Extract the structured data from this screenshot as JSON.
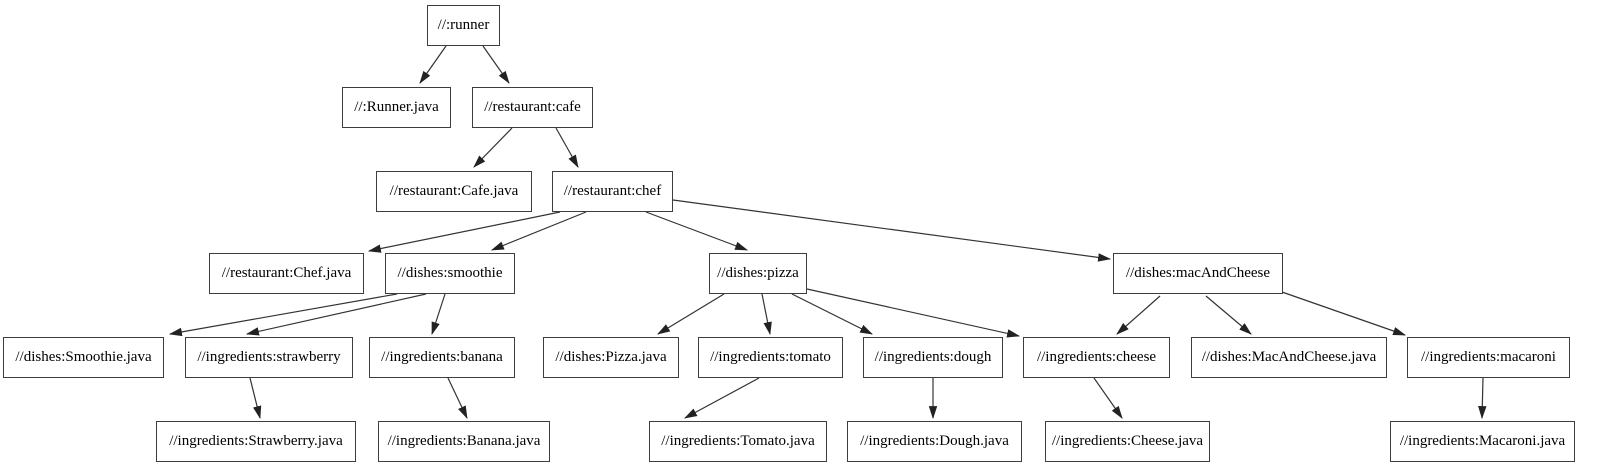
{
  "diagram": {
    "kind": "build-target-dependency-graph",
    "background_color": "#ffffff",
    "node_fill_color": "#ffffff",
    "node_border_color": "#3d3d3d",
    "edge_color": "#333333",
    "text_color": "#000000"
  },
  "nodes": {
    "runner": {
      "label": "//:runner"
    },
    "runner_java": {
      "label": "//:Runner.java"
    },
    "cafe": {
      "label": "//restaurant:cafe"
    },
    "cafe_java": {
      "label": "//restaurant:Cafe.java"
    },
    "chef": {
      "label": "//restaurant:chef"
    },
    "chef_java": {
      "label": "//restaurant:Chef.java"
    },
    "smoothie": {
      "label": "//dishes:smoothie"
    },
    "pizza": {
      "label": "//dishes:pizza"
    },
    "macandcheese": {
      "label": "//dishes:macAndCheese"
    },
    "smoothie_java": {
      "label": "//dishes:Smoothie.java"
    },
    "strawberry": {
      "label": "//ingredients:strawberry"
    },
    "banana": {
      "label": "//ingredients:banana"
    },
    "pizza_java": {
      "label": "//dishes:Pizza.java"
    },
    "tomato": {
      "label": "//ingredients:tomato"
    },
    "dough": {
      "label": "//ingredients:dough"
    },
    "cheese": {
      "label": "//ingredients:cheese"
    },
    "macandcheese_java": {
      "label": "//dishes:MacAndCheese.java"
    },
    "macaroni": {
      "label": "//ingredients:macaroni"
    },
    "strawberry_java": {
      "label": "//ingredients:Strawberry.java"
    },
    "banana_java": {
      "label": "//ingredients:Banana.java"
    },
    "tomato_java": {
      "label": "//ingredients:Tomato.java"
    },
    "dough_java": {
      "label": "//ingredients:Dough.java"
    },
    "cheese_java": {
      "label": "//ingredients:Cheese.java"
    },
    "macaroni_java": {
      "label": "//ingredients:Macaroni.java"
    }
  },
  "edges": [
    {
      "from": "//:runner",
      "to": "//:Runner.java"
    },
    {
      "from": "//:runner",
      "to": "//restaurant:cafe"
    },
    {
      "from": "//restaurant:cafe",
      "to": "//restaurant:Cafe.java"
    },
    {
      "from": "//restaurant:cafe",
      "to": "//restaurant:chef"
    },
    {
      "from": "//restaurant:chef",
      "to": "//restaurant:Chef.java"
    },
    {
      "from": "//restaurant:chef",
      "to": "//dishes:smoothie"
    },
    {
      "from": "//restaurant:chef",
      "to": "//dishes:pizza"
    },
    {
      "from": "//restaurant:chef",
      "to": "//dishes:macAndCheese"
    },
    {
      "from": "//dishes:smoothie",
      "to": "//dishes:Smoothie.java"
    },
    {
      "from": "//dishes:smoothie",
      "to": "//ingredients:strawberry"
    },
    {
      "from": "//dishes:smoothie",
      "to": "//ingredients:banana"
    },
    {
      "from": "//ingredients:strawberry",
      "to": "//ingredients:Strawberry.java"
    },
    {
      "from": "//ingredients:banana",
      "to": "//ingredients:Banana.java"
    },
    {
      "from": "//dishes:pizza",
      "to": "//dishes:Pizza.java"
    },
    {
      "from": "//dishes:pizza",
      "to": "//ingredients:tomato"
    },
    {
      "from": "//dishes:pizza",
      "to": "//ingredients:dough"
    },
    {
      "from": "//dishes:pizza",
      "to": "//ingredients:cheese"
    },
    {
      "from": "//ingredients:tomato",
      "to": "//ingredients:Tomato.java"
    },
    {
      "from": "//ingredients:dough",
      "to": "//ingredients:Dough.java"
    },
    {
      "from": "//ingredients:cheese",
      "to": "//ingredients:Cheese.java"
    },
    {
      "from": "//dishes:macAndCheese",
      "to": "//ingredients:cheese"
    },
    {
      "from": "//dishes:macAndCheese",
      "to": "//dishes:MacAndCheese.java"
    },
    {
      "from": "//dishes:macAndCheese",
      "to": "//ingredients:macaroni"
    },
    {
      "from": "//ingredients:macaroni",
      "to": "//ingredients:Macaroni.java"
    }
  ]
}
